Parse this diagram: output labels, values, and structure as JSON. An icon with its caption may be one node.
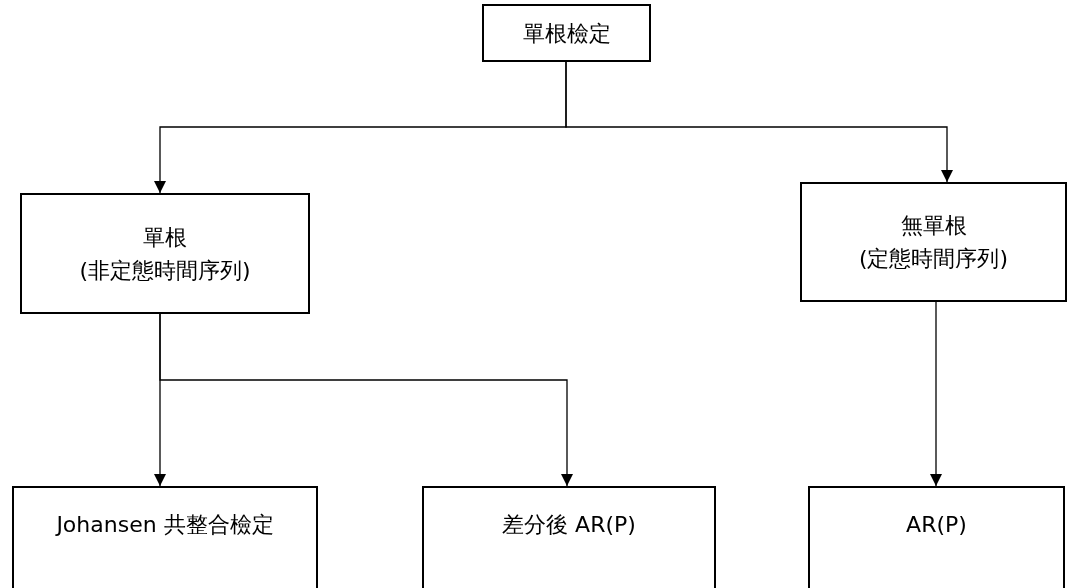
{
  "diagram": {
    "nodes": [
      {
        "text": [
          "單根檢定"
        ]
      },
      {
        "text": [
          "單根",
          "(非定態時間序列)"
        ]
      },
      {
        "text": [
          "無單根",
          "(定態時間序列)"
        ]
      },
      {
        "text": [
          "Johansen 共整合檢定"
        ]
      },
      {
        "text": [
          "差分後 AR(P)"
        ]
      },
      {
        "text": [
          "AR(P)"
        ]
      }
    ],
    "edges": [
      {
        "from": 0,
        "to": 1,
        "arrow": "to"
      },
      {
        "from": 0,
        "to": 2,
        "arrow": "to"
      },
      {
        "from": 1,
        "to": 3,
        "arrow": "to"
      },
      {
        "from": 1,
        "to": 4,
        "arrow": "to"
      },
      {
        "from": 2,
        "to": 5,
        "arrow": "to"
      }
    ]
  }
}
